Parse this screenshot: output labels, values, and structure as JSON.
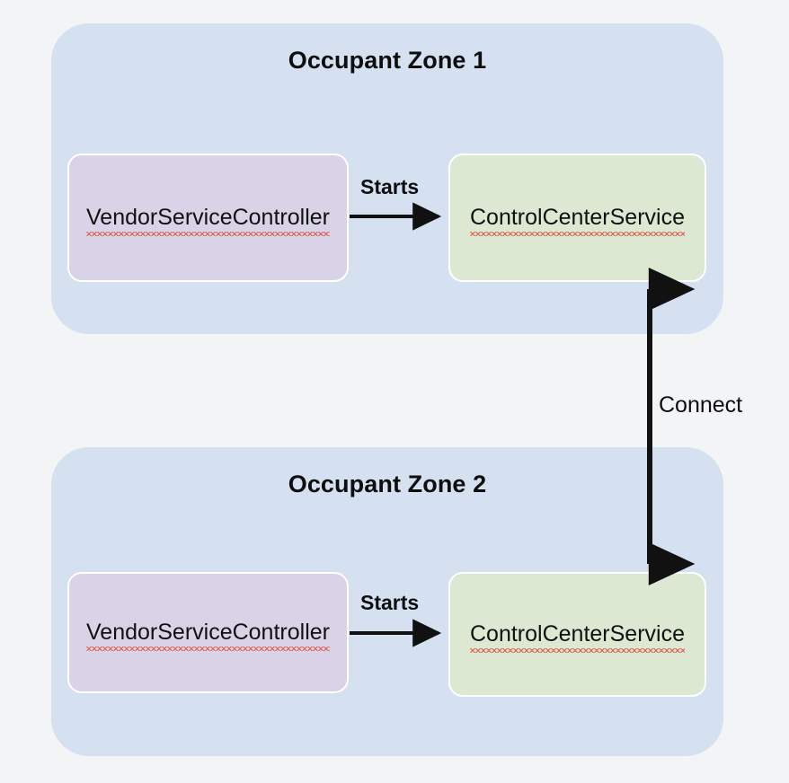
{
  "diagram": {
    "background_color": "#f3f4f6",
    "zone_color": "#d5e0f0",
    "node_purple_color": "#d9d3e8",
    "node_green_color": "#dce8d2",
    "arrow_color": "#111111",
    "spellcheck_underline_color": "#e35d4f"
  },
  "zones": [
    {
      "title": "Occupant Zone 1",
      "nodes": {
        "source": "VendorServiceController",
        "target": "ControlCenterService"
      },
      "edge_label": "Starts"
    },
    {
      "title": "Occupant Zone 2",
      "nodes": {
        "source": "VendorServiceController",
        "target": "ControlCenterService"
      },
      "edge_label": "Starts"
    }
  ],
  "cross_zone_edge": {
    "label": "Connect",
    "direction": "bidirectional"
  }
}
